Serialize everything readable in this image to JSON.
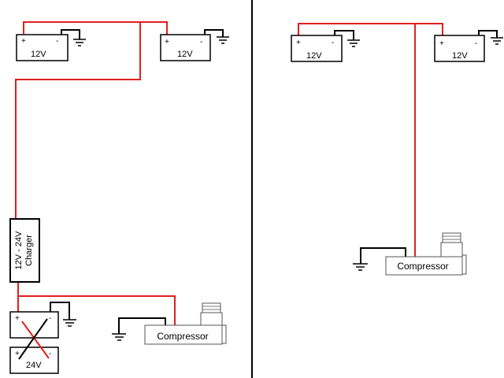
{
  "diagram": {
    "battery_label": "12V",
    "battery_24_label": "24V",
    "plus": "+",
    "minus": "-",
    "charger_label_line1": "12V - 24V",
    "charger_label_line2": "Charger",
    "compressor_label": "Compressor",
    "colors": {
      "positive_wire": "#e02020",
      "ground_wire": "#000000",
      "divider": "#000000"
    }
  }
}
